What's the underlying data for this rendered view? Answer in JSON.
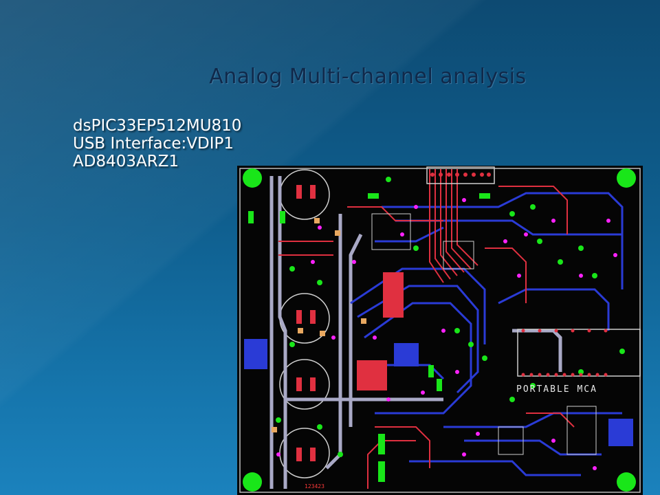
{
  "slide": {
    "title": "Analog Multi-channel analysis",
    "bullets": [
      "dsPIC33EP512MU810",
      "USB Interface:VDIP1",
      "AD8403ARZ1"
    ]
  },
  "pcb": {
    "board_label": "PORTABLE MCA",
    "corner_label": "123423"
  },
  "colors": {
    "background_top": "#0d4a72",
    "background_bottom": "#1b82bd",
    "title": "#10294a",
    "bullet_text": "#ffffff",
    "trace_top": "#e03040",
    "trace_bottom": "#2a3bd6",
    "pad_green": "#19e619",
    "pad_magenta": "#ff22ff",
    "silk": "#cfcfcf"
  }
}
